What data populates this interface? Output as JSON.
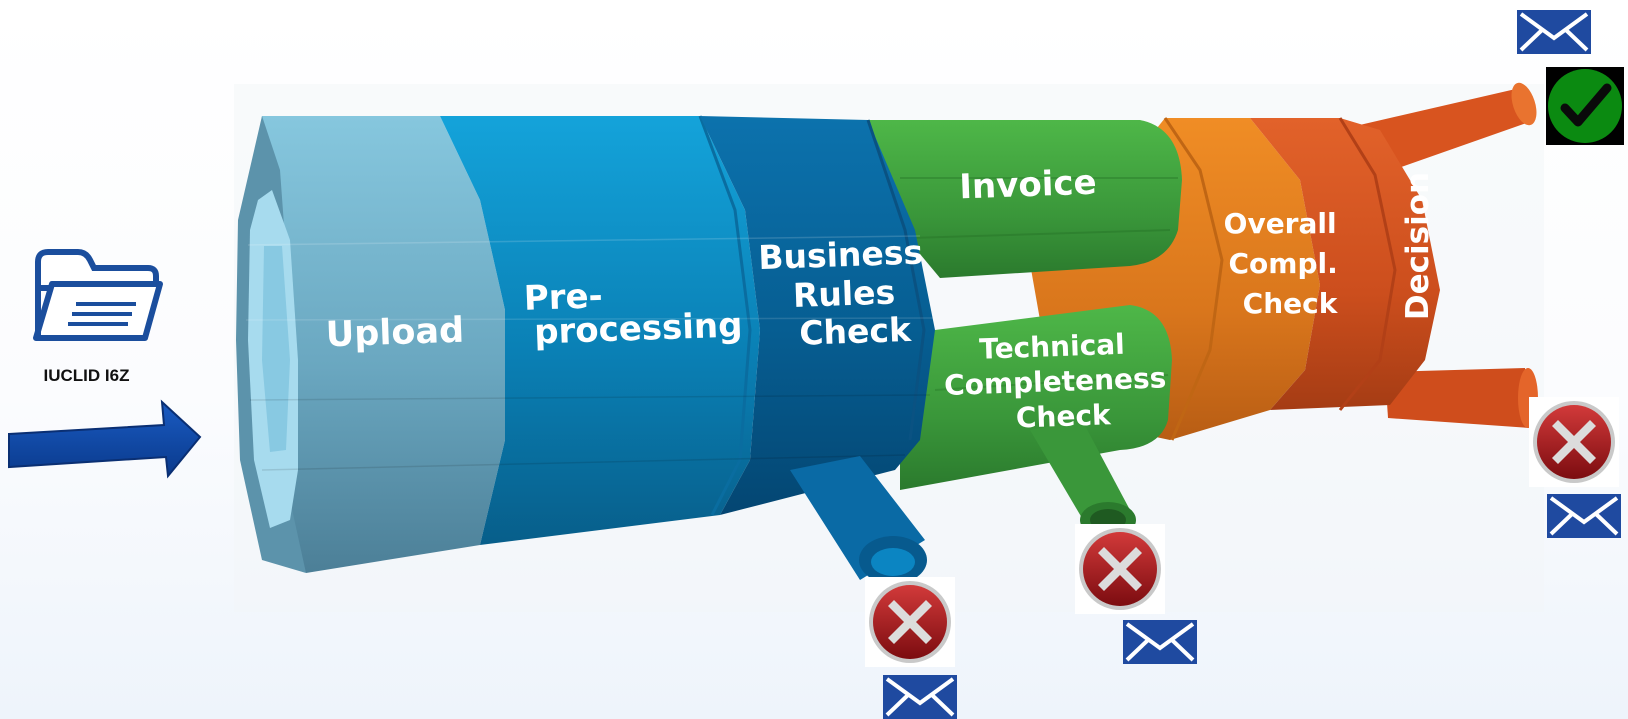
{
  "input": {
    "file_label": "IUCLID I6Z"
  },
  "stages": {
    "upload": "Upload",
    "preprocessing": [
      "Pre-",
      "processing"
    ],
    "business_rules_check": [
      "Business",
      "Rules",
      "Check"
    ],
    "invoice": "Invoice",
    "technical_completeness_check": [
      "Technical",
      "Completeness",
      "Check"
    ],
    "overall_compl_check": [
      "Overall",
      "Compl.",
      "Check"
    ],
    "decision": "Decision"
  },
  "colors": {
    "upload": "#6fb6d3",
    "preprocessing": "#0a86c0",
    "business_rules": "#065f96",
    "green": "#3c9a3b",
    "orange": "#e37b1e",
    "decision": "#d4501f",
    "arrow": "#0e47a1",
    "envelope": "#1f4aa0",
    "accept": "#0b8a11",
    "reject": "#a0141a"
  },
  "icons": [
    "folder-icon",
    "right-arrow",
    "envelope-icon",
    "check-icon",
    "reject-icon"
  ]
}
